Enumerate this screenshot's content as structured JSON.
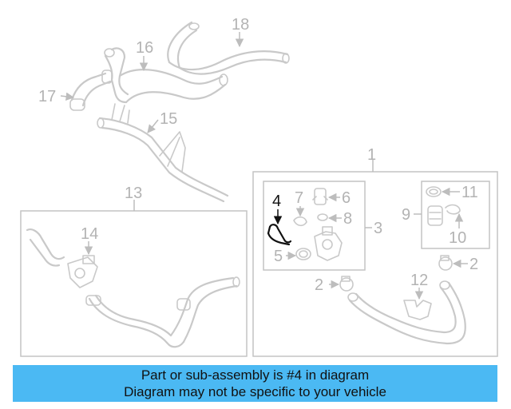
{
  "labels": {
    "l1": "1",
    "l2a": "2",
    "l2b": "2",
    "l3": "3",
    "l4": "4",
    "l5": "5",
    "l6": "6",
    "l7": "7",
    "l8": "8",
    "l9": "9",
    "l10": "10",
    "l11": "11",
    "l12": "12",
    "l13": "13",
    "l14": "14",
    "l15": "15",
    "l16": "16",
    "l17": "17",
    "l18": "18"
  },
  "highlight_part": "4",
  "banner": {
    "line1": "Part or sub-assembly is #4 in diagram",
    "line2": "Diagram may not be specific to your vehicle",
    "background": "#4bb9f3"
  },
  "colors": {
    "part_stroke": "#c9c9c9",
    "highlight": "#111111"
  }
}
